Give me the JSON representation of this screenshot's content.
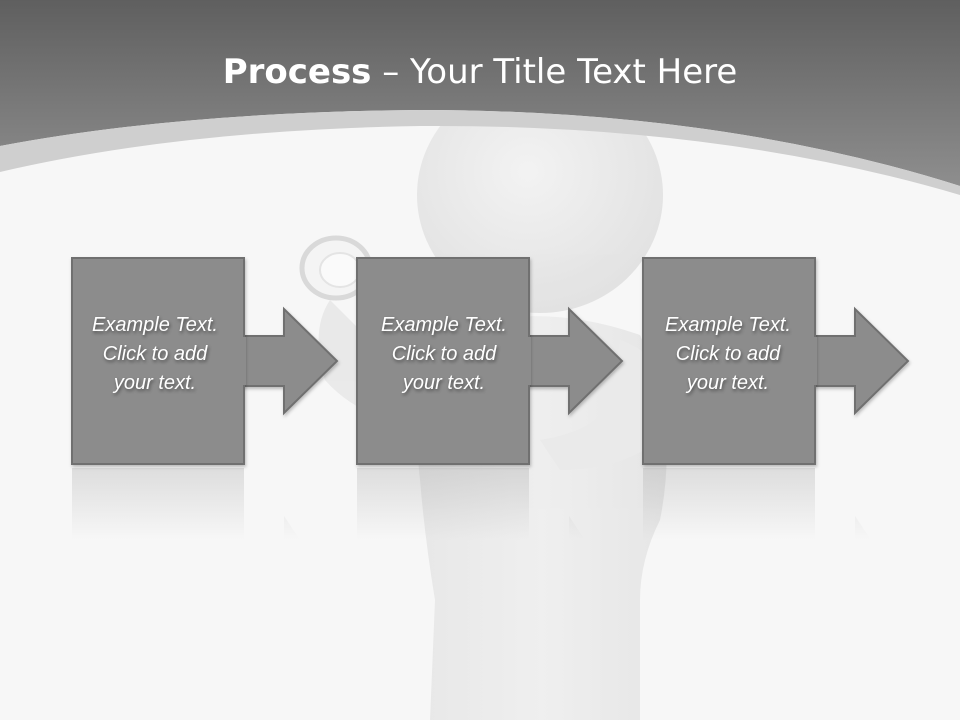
{
  "title": {
    "bold": "Process",
    "rest": " – Your Title Text Here"
  },
  "steps": [
    {
      "lines": [
        "Example Text.",
        "Click  to add",
        "your text."
      ]
    },
    {
      "lines": [
        "Example Text.",
        "Click  to add",
        "your text."
      ]
    },
    {
      "lines": [
        "Example Text.",
        "Click  to add",
        "your text."
      ]
    }
  ],
  "colors": {
    "header": "#737373",
    "box": "#8c8c8c",
    "box_border": "#6f6f6f",
    "background": "#f7f7f7"
  },
  "illustration": "3d-person-with-magnifying-glass"
}
